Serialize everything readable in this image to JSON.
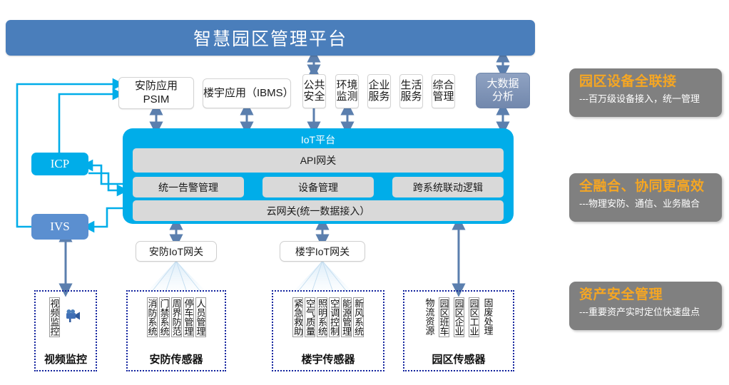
{
  "banner": {
    "title": "智慧园区管理平台"
  },
  "apps": {
    "psim": {
      "line1": "安防应用",
      "line2": "PSIM"
    },
    "ibms": {
      "label": "楼宇应用（IBMS）"
    },
    "small": [
      {
        "line1": "公共",
        "line2": "安全"
      },
      {
        "line1": "环境",
        "line2": "监测"
      },
      {
        "line1": "企业",
        "line2": "服务"
      },
      {
        "line1": "生活",
        "line2": "服务"
      },
      {
        "line1": "综合",
        "line2": "管理"
      }
    ],
    "bigdata": {
      "line1": "大数据",
      "line2": "分析"
    }
  },
  "left_nodes": {
    "icp": "ICP",
    "ivs": "IVS"
  },
  "iot": {
    "title": "IoT平台",
    "api_gateway": "API网关",
    "middle": [
      "统一告警管理",
      "设备管理",
      "跨系统联动逻辑"
    ],
    "cloud_gateway": "云网关(统一数据接入）"
  },
  "gateways": {
    "security": "安防IoT网关",
    "building": "楼宇IoT网关"
  },
  "sensor_groups": [
    {
      "id": "video",
      "label": "视频监控",
      "items": [
        "视频监控"
      ],
      "has_camera_icon": true
    },
    {
      "id": "security",
      "label": "安防传感器",
      "items": [
        "消防系统",
        "门禁系统",
        "周界防范",
        "停车管理",
        "人员管理"
      ],
      "has_camera_icon": false
    },
    {
      "id": "building",
      "label": "楼宇传感器",
      "items": [
        "紧急救助",
        "空气质量",
        "照明系统",
        "空调控制",
        "能源管理",
        "新风系统"
      ],
      "has_camera_icon": false
    },
    {
      "id": "park",
      "label": "园区传感器",
      "items": [
        "物流资源",
        "园区班车",
        "园区企业",
        "园区工业",
        "固废处理"
      ],
      "has_camera_icon": false
    }
  ],
  "benefits": [
    {
      "title": "园区设备全联接",
      "subtitle": "---百万级设备接入，统一管理"
    },
    {
      "title": "全融合、协同更高效",
      "subtitle": "---物理安防、通信、业务融合"
    },
    {
      "title": "资产安全管理",
      "subtitle": "---重要资产实时定位快速盘点"
    }
  ],
  "colors": {
    "banner_blue": "#4a7ebb",
    "iot_cyan": "#00ade9",
    "ivs_blue": "#5b8fd0",
    "bigdata_blue": "#7288ad",
    "benefit_gray": "#808080",
    "benefit_orange": "#f5a623",
    "arrow_slate": "#5b7fae",
    "wire_cyan": "#00ade9",
    "dotted_navy": "#12239e"
  }
}
